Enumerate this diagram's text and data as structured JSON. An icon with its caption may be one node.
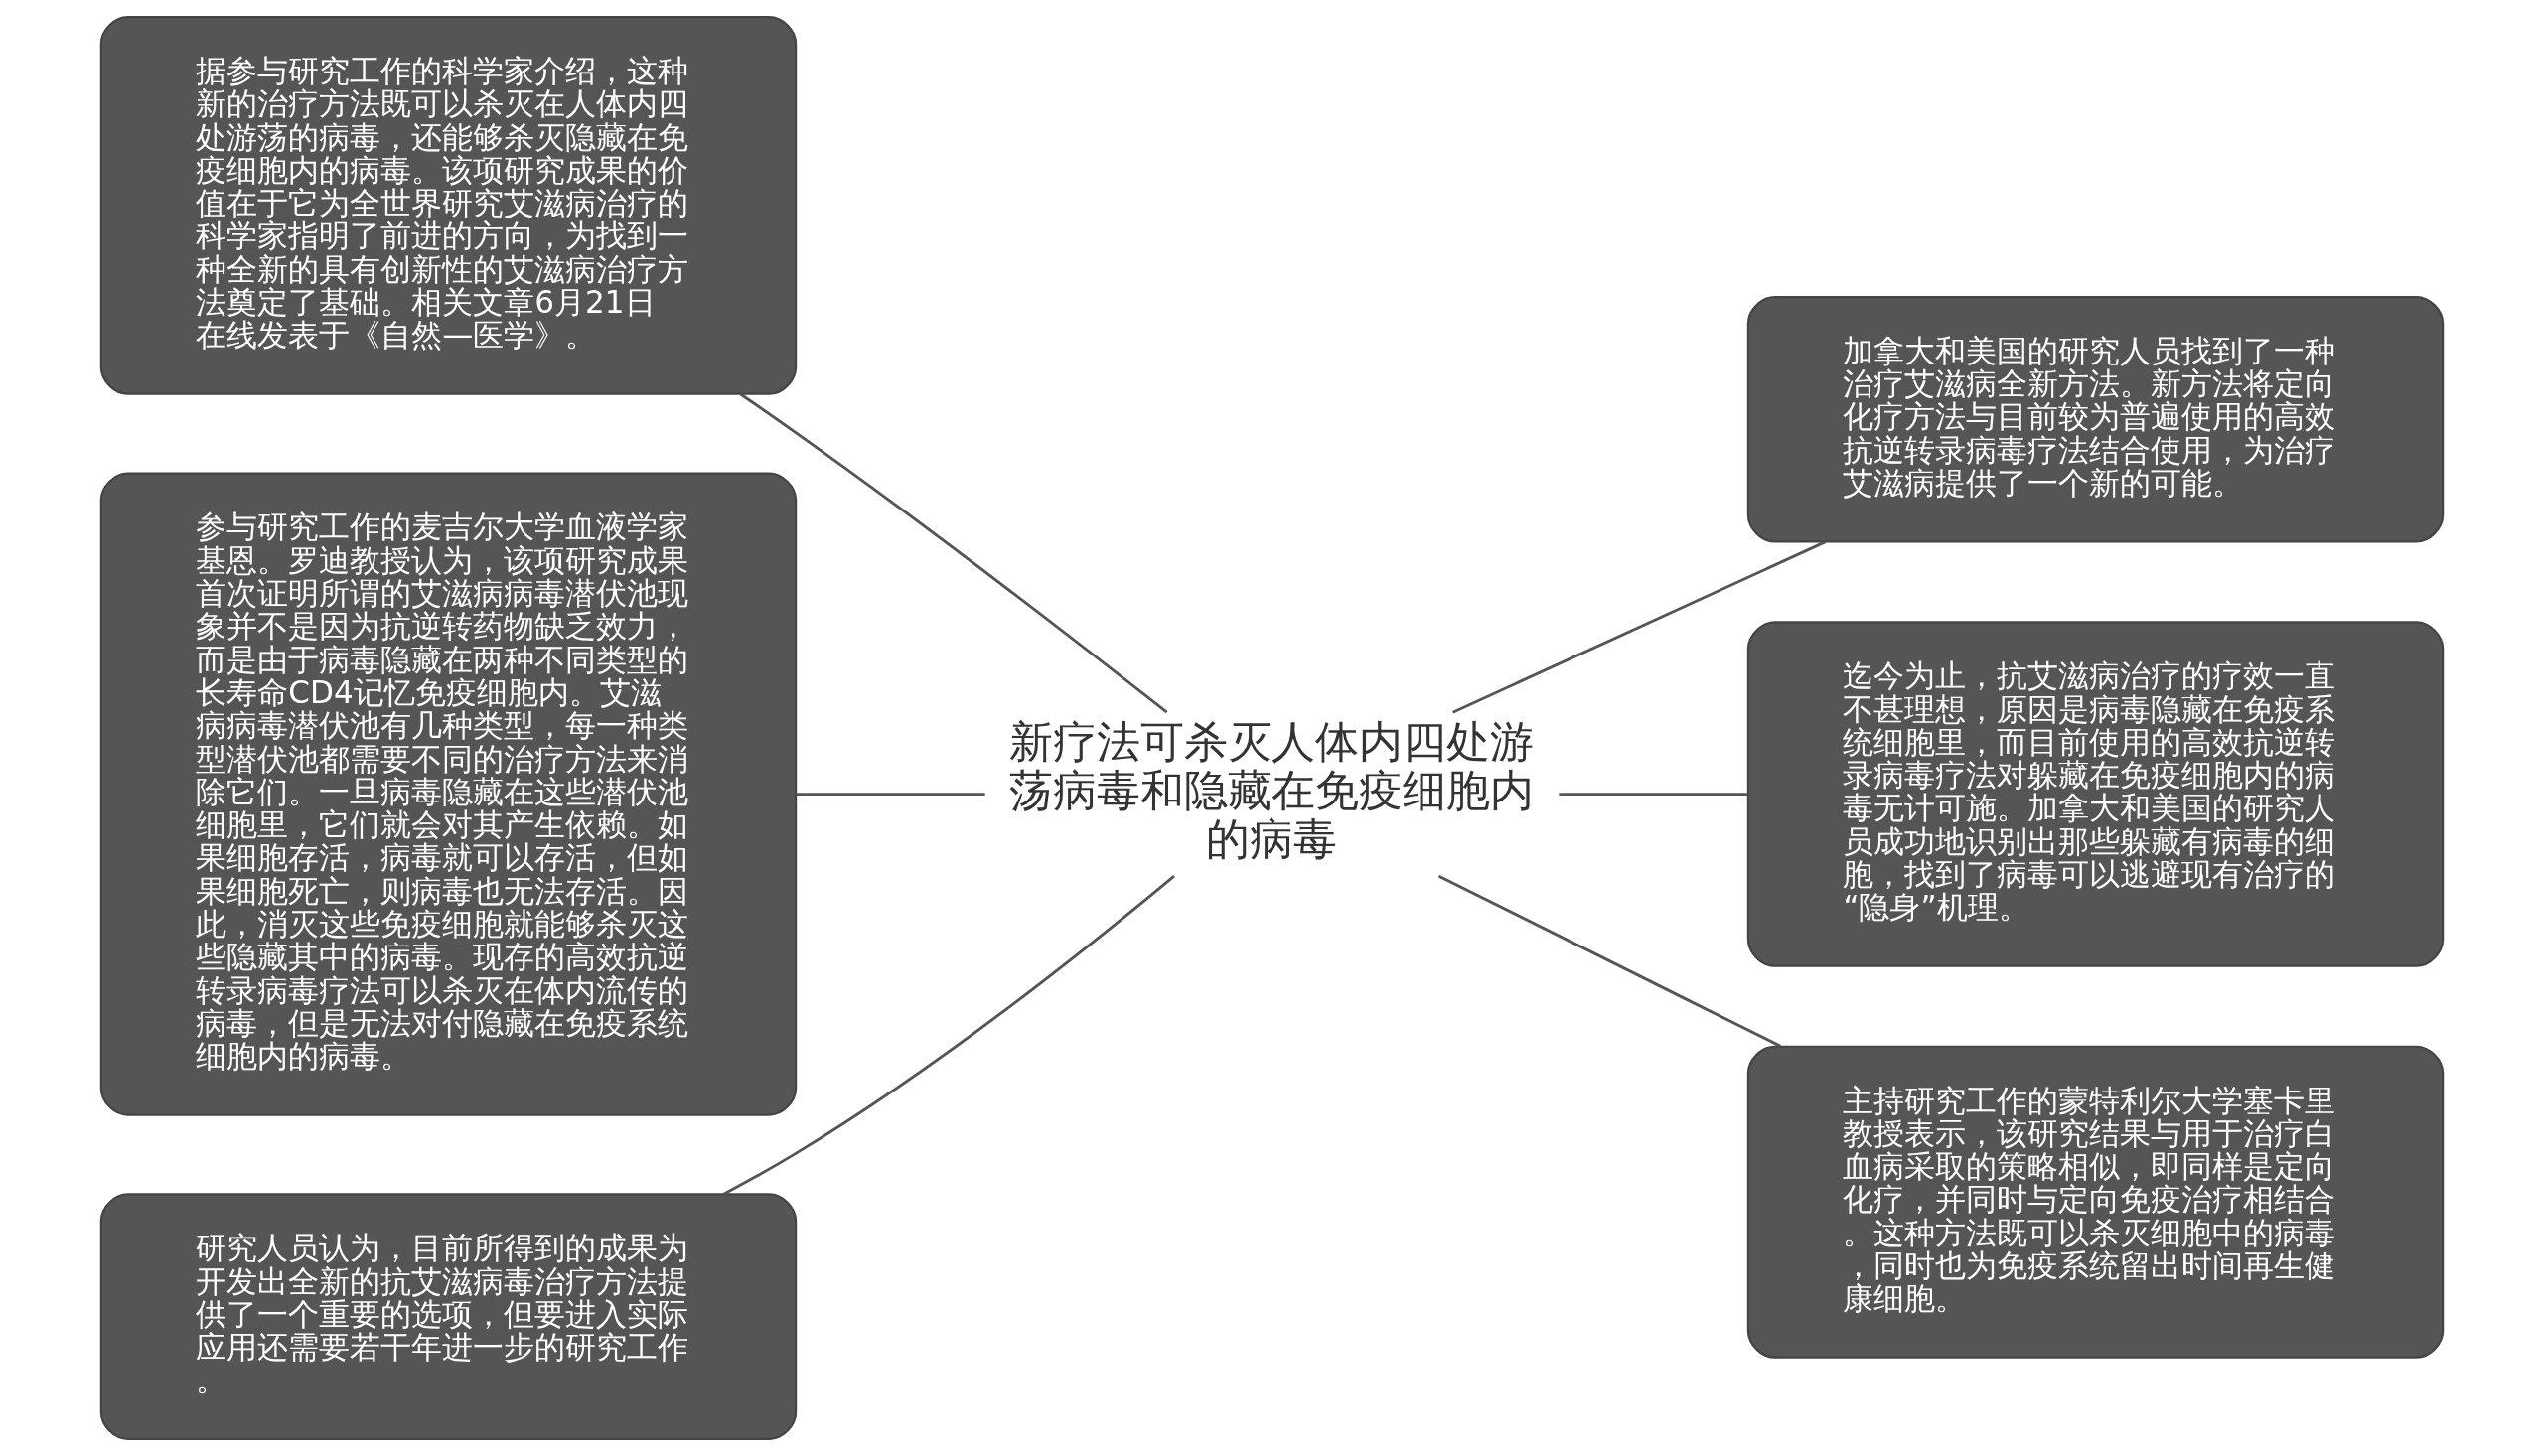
{
  "diagram": {
    "nodes": [
      {
        "text": [
          "新疗法可杀灭人体内四处游荡病毒和隐藏在免疫细胞内的病毒"
        ]
      },
      {
        "text": [
          "据参与研究工作的科学家介绍，这种新的治疗方法既可以杀灭在人体内四处游荡的病毒，还能够杀灭隐藏在免疫细胞内的病毒。该项研究成果的价值在于它为全世界研究艾滋病治疗的科学家指明了前进的方向，为找到一种全新的具有创新性的艾滋病治疗方法奠定了基础。相关文章6月21日在线发表于《自然—医学》。"
        ]
      },
      {
        "text": [
          "参与研究工作的麦吉尔大学血液学家基恩。罗迪教授认为，该项研究成果首次证明所谓的艾滋病病毒潜伏池现象并不是因为抗逆转药物缺乏效力，而是由于病毒隐藏在两种不同类型的长寿命CD4记忆免疫细胞内。艾滋病病毒潜伏池有几种类型，每一种类型潜伏池都需要不同的治疗方法来消除它们。一旦病毒隐藏在这些潜伏池细胞里，它们就会对其产生依赖。如果细胞存活，病毒就可以存活，但如果细胞死亡，则病毒也无法存活。因此，消灭这些免疫细胞就能够杀灭这些隐藏其中的病毒。现存的高效抗逆转录病毒疗法可以杀灭在体内流传的病毒，但是无法对付隐藏在免疫系统细胞内的病毒。"
        ]
      },
      {
        "text": [
          "研究人员认为，目前所得到的成果为开发出全新的抗艾滋病毒治疗方法提供了一个重要的选项，但要进入实际应用还需要若干年进一步的研究工作。"
        ]
      },
      {
        "text": [
          "加拿大和美国的研究人员找到了一种治疗艾滋病全新方法。新方法将定向化疗方法与目前较为普遍使用的高效抗逆转录病毒疗法结合使用，为治疗艾滋病提供了一个新的可能。"
        ]
      },
      {
        "text": [
          "迄今为止，抗艾滋病治疗的疗效一直不甚理想，原因是病毒隐藏在免疫系统细胞里，而目前使用的高效抗逆转录病毒疗法对躲藏在免疫细胞内的病毒无计可施。加拿大和美国的研究人员成功地识别出那些躲藏有病毒的细胞，找到了病毒可以逃避现有治疗的“隐身”机理。"
        ]
      },
      {
        "text": [
          "主持研究工作的蒙特利尔大学塞卡里教授表示，该研究结果与用于治疗白血病采取的策略相似，即同样是定向化疗，并同时与定向免疫治疗相结合。这种方法既可以杀灭细胞中的病毒，同时也为免疫系统留出时间再生健康细胞。"
        ]
      }
    ],
    "edges": [
      {
        "from": 0,
        "to": 1,
        "arrow": "none"
      },
      {
        "from": 0,
        "to": 2,
        "arrow": "none"
      },
      {
        "from": 0,
        "to": 3,
        "arrow": "none"
      },
      {
        "from": 0,
        "to": 4,
        "arrow": "none"
      },
      {
        "from": 0,
        "to": 5,
        "arrow": "none"
      },
      {
        "from": 0,
        "to": 6,
        "arrow": "none"
      }
    ]
  }
}
